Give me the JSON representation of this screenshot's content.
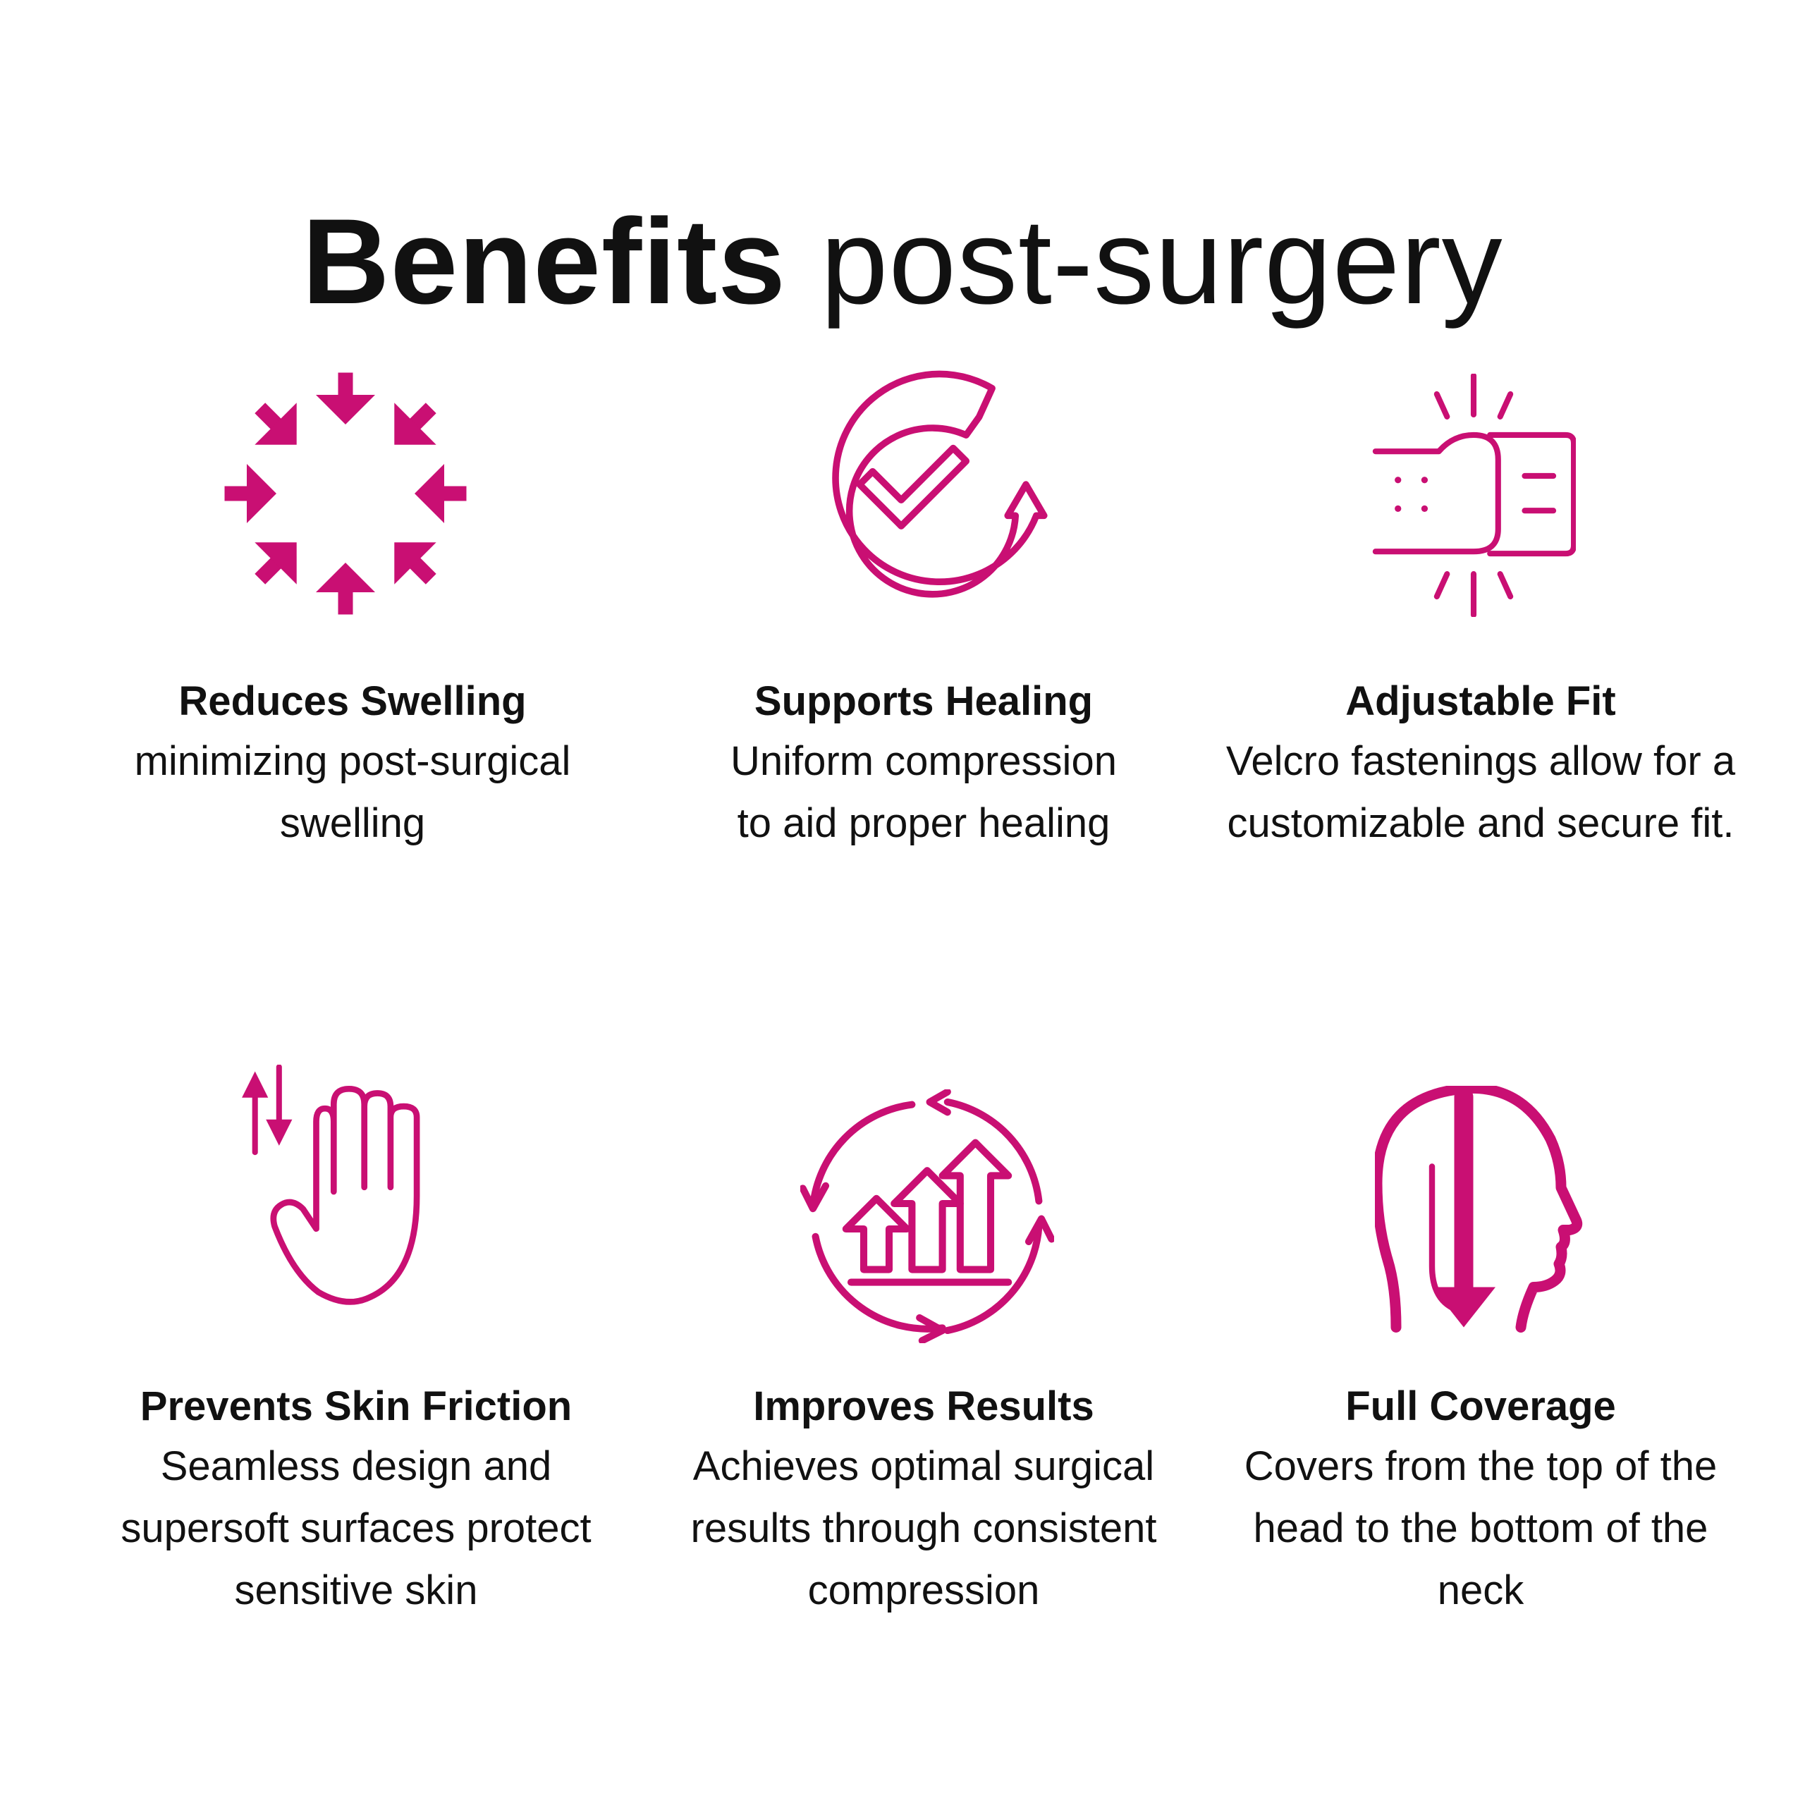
{
  "title": {
    "bold": "Benefits",
    "light": "post-surgery"
  },
  "accent_color": "#C90F73",
  "benefits": [
    {
      "icon": "compress-arrows-icon",
      "title": "Reduces Swelling",
      "desc": "minimizing post-surgical swelling"
    },
    {
      "icon": "healing-check-icon",
      "title": "Supports Healing",
      "desc": "Uniform compression to aid proper healing"
    },
    {
      "icon": "velcro-fastening-icon",
      "title": "Adjustable Fit",
      "desc": "Velcro fastenings allow for a customizable and secure fit."
    },
    {
      "icon": "hand-friction-icon",
      "title": "Prevents Skin Friction",
      "desc": "Seamless design and supersoft surfaces protect sensitive skin"
    },
    {
      "icon": "growth-chart-icon",
      "title": "Improves Results",
      "desc": "Achieves optimal surgical results through consistent compression"
    },
    {
      "icon": "head-coverage-icon",
      "title": "Full Coverage",
      "desc": "Covers from the top of the head to the bottom of the neck"
    }
  ]
}
